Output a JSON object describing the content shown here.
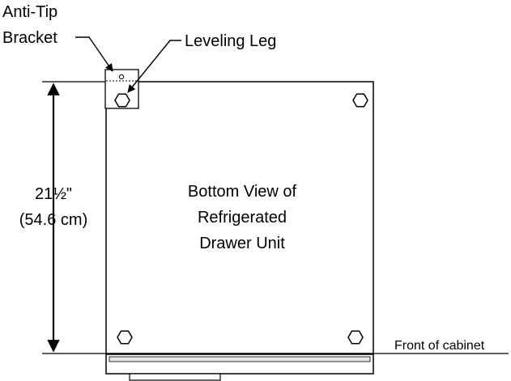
{
  "labels": {
    "anti_tip_line1": "Anti-Tip",
    "anti_tip_line2": "Bracket",
    "leveling_leg": "Leveling Leg",
    "depth_imperial": "21½\"",
    "depth_metric": "(54.6 cm)",
    "center_line1": "Bottom View of",
    "center_line2": "Refrigerated",
    "center_line3": "Drawer Unit",
    "front_of_cabinet": "Front of cabinet"
  },
  "colors": {
    "stroke": "#000000",
    "panel": "#ffffff",
    "kick_fill": "#e6e6e6"
  }
}
